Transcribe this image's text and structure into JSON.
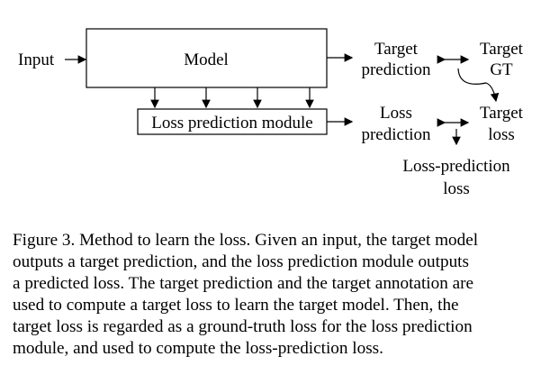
{
  "figure": {
    "input": "Input",
    "model": "Model",
    "loss_module": "Loss prediction module",
    "target_prediction": [
      "Target",
      "prediction"
    ],
    "target_gt": [
      "Target",
      "GT"
    ],
    "loss_prediction": [
      "Loss",
      "prediction"
    ],
    "target_loss": [
      "Target",
      "loss"
    ],
    "loss_prediction_loss": [
      "Loss-prediction",
      "loss"
    ]
  },
  "caption": {
    "lines": [
      "Figure 3. Method to learn the loss. Given an input, the target model",
      "outputs a target prediction, and the loss prediction module outputs",
      "a predicted loss. The target prediction and the target annotation are",
      "used to compute a target loss to learn the target model.  Then, the",
      "target loss is regarded as a ground-truth loss for the loss prediction",
      "module, and used to compute the loss-prediction loss."
    ]
  }
}
